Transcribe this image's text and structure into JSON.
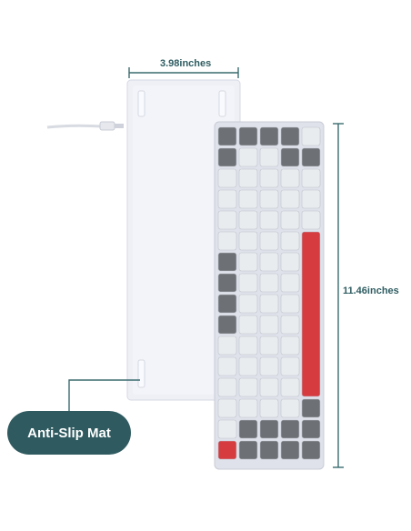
{
  "dimensions": {
    "width_label": "3.98inches",
    "height_label": "11.46inches"
  },
  "callout": {
    "label": "Anti-Slip Mat"
  },
  "colors": {
    "accent": "#2f5d62",
    "pill": "#2f5b60",
    "key_light": "#e9ecef",
    "key_dark": "#6d7075",
    "key_red": "#d63b3f",
    "case": "#eef0f6"
  }
}
